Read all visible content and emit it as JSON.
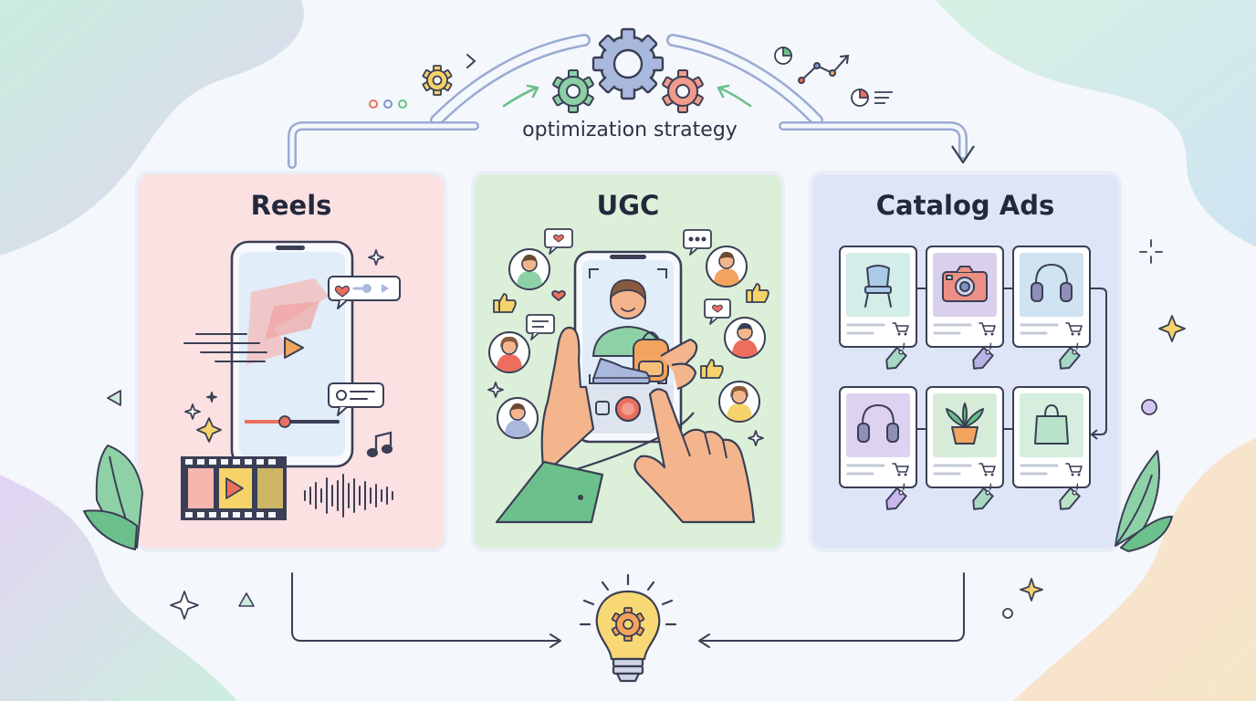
{
  "header": {
    "strategy_label": "optimization strategy"
  },
  "cards": [
    {
      "title": "Reels",
      "color": "#fbe1e2"
    },
    {
      "title": "UGC",
      "color": "#dcefd9"
    },
    {
      "title": "Catalog Ads",
      "color": "#dde5f7"
    }
  ],
  "catalog": {
    "products": [
      {
        "name": "chair",
        "tile_color": "#d3ede8"
      },
      {
        "name": "camera",
        "tile_color": "#d9d0ee"
      },
      {
        "name": "headphones",
        "tile_color": "#cfe3f2"
      },
      {
        "name": "headphones",
        "tile_color": "#ddd3f0"
      },
      {
        "name": "plant",
        "tile_color": "#d6ecd9"
      },
      {
        "name": "shopping-bag",
        "tile_color": "#d5eedd"
      }
    ]
  },
  "colors": {
    "outline": "#3a3f55",
    "accent_blue": "#7e93c9",
    "accent_green": "#6cc08b",
    "accent_red": "#ec6f5e",
    "accent_orange": "#f2a35d",
    "accent_yellow": "#f5d36a"
  },
  "icons": [
    "gear-icon",
    "lightbulb-icon",
    "play-icon",
    "film-strip-icon",
    "music-note-icon",
    "sound-wave-icon",
    "heart-icon",
    "thumbs-up-icon",
    "chat-bubble-icon",
    "avatar-icon",
    "price-tag-icon",
    "cart-icon",
    "sparkle-icon",
    "pie-chart-icon",
    "line-chart-icon"
  ]
}
